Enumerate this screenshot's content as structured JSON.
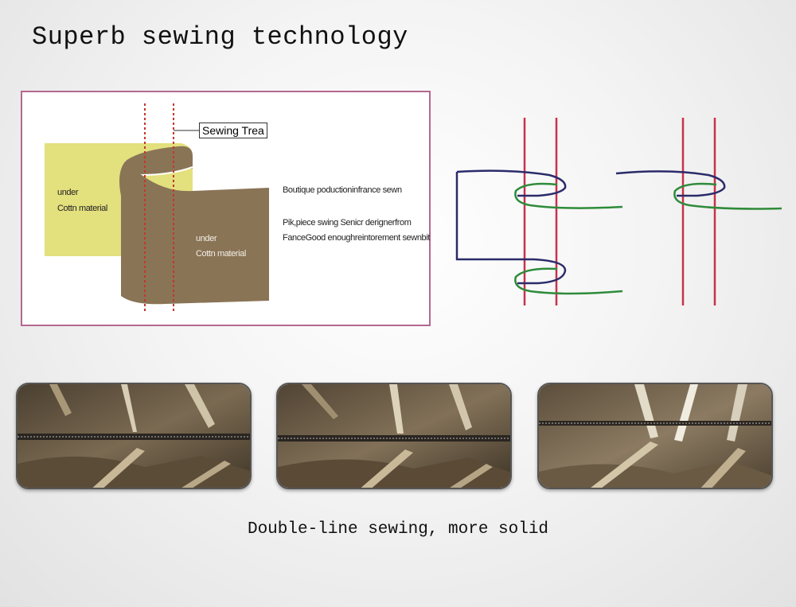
{
  "title": "Superb sewing technology",
  "diagram": {
    "callout": "Sewing Trea",
    "label_yellow_1": "under",
    "label_yellow_2": "Cottn material",
    "label_brown_1": "under",
    "label_brown_2": "Cottn material",
    "desc_1": "Boutique poductioninfrance sewn",
    "desc_2": "Pik,piece swing Senicr derignerfrom",
    "desc_3": "FanceGood enoughreintorement sewnbit",
    "colors": {
      "border": "#b4688f",
      "yellow": "#e3e07e",
      "brown": "#8a7456",
      "stitch": "#c0392b"
    }
  },
  "stitch_colors": {
    "needle": "#c8324a",
    "upper": "#2b2b6b",
    "lower": "#2e8b3a"
  },
  "photos": [
    {
      "icon": "camo-fabric-seam-1"
    },
    {
      "icon": "camo-fabric-seam-2"
    },
    {
      "icon": "camo-fabric-seam-3"
    }
  ],
  "caption": "Double-line sewing, more solid"
}
